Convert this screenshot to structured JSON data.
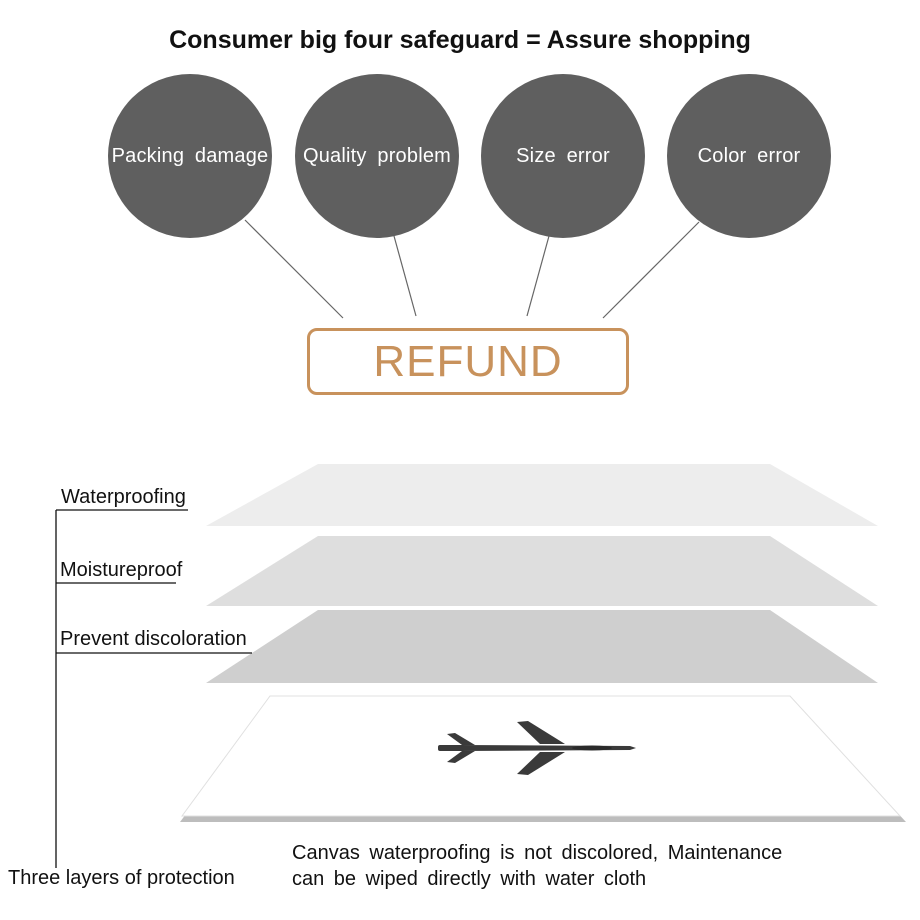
{
  "header": {
    "title": "Consumer big four safeguard = Assure shopping"
  },
  "safeguards": [
    {
      "label": "Packing damage"
    },
    {
      "label": "Quality problem"
    },
    {
      "label": "Size error"
    },
    {
      "label": "Color error"
    }
  ],
  "refund": {
    "label": "REFUND"
  },
  "layers": {
    "items": [
      {
        "label": "Waterproofing"
      },
      {
        "label": "Moistureproof"
      },
      {
        "label": "Prevent discoloration"
      }
    ],
    "group_label": "Three layers of protection"
  },
  "caption": {
    "line1": "Canvas waterproofing is not discolored, Maintenance",
    "line2": "can be wiped directly with water cloth"
  },
  "colors": {
    "circle": "#5f5f5f",
    "refund": "#c8925c",
    "layer_top": "#ececec",
    "layer_mid": "#dddddd",
    "layer_low": "#cfcfcf"
  }
}
